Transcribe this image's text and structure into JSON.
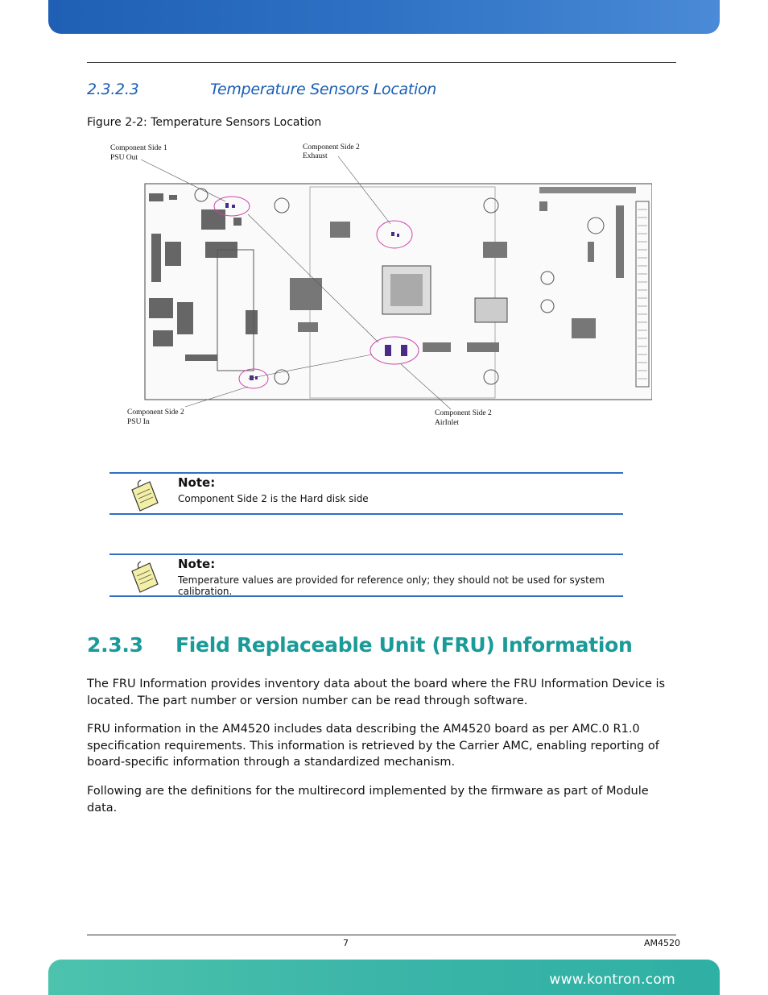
{
  "header": {
    "bar_color": "#2f72c4"
  },
  "subsection": {
    "number": "2.3.2.3",
    "title": "Temperature Sensors Location"
  },
  "figure": {
    "caption": "Figure 2-2: Temperature Sensors Location",
    "callouts": [
      {
        "line1": "Component Side 1",
        "line2": "PSU Out"
      },
      {
        "line1": "Component Side 2",
        "line2": "Exhaust"
      },
      {
        "line1": "Component Side 2",
        "line2": "PSU In"
      },
      {
        "line1": "Component Side 2",
        "line2": "AirInlet"
      }
    ]
  },
  "notes": [
    {
      "title": "Note:",
      "text": "Component Side 2 is the Hard disk side"
    },
    {
      "title": "Note:",
      "text": "Temperature values are provided for reference only; they should not be used for system calibration."
    }
  ],
  "section": {
    "number": "2.3.3",
    "title": "Field Replaceable Unit (FRU) Information"
  },
  "paragraphs": [
    "The FRU Information provides inventory data about the board where the FRU Information Device is located. The part number or version number can be read through software.",
    "FRU information in the AM4520 includes data describing the AM4520 board as per AMC.0 R1.0 specification requirements. This information is retrieved by the Carrier AMC, enabling reporting of board-specific information through a standardized mechanism.",
    "Following are the definitions for the multirecord implemented by the firmware as part of Module data."
  ],
  "footer": {
    "page_number": "7",
    "doc_id": "AM4520",
    "url": "www.kontron.com"
  },
  "colors": {
    "heading_blue": "#1a5fb4",
    "heading_teal": "#1a9a98",
    "footer_teal": "#3bb5a8",
    "highlight": "#cc44aa"
  }
}
